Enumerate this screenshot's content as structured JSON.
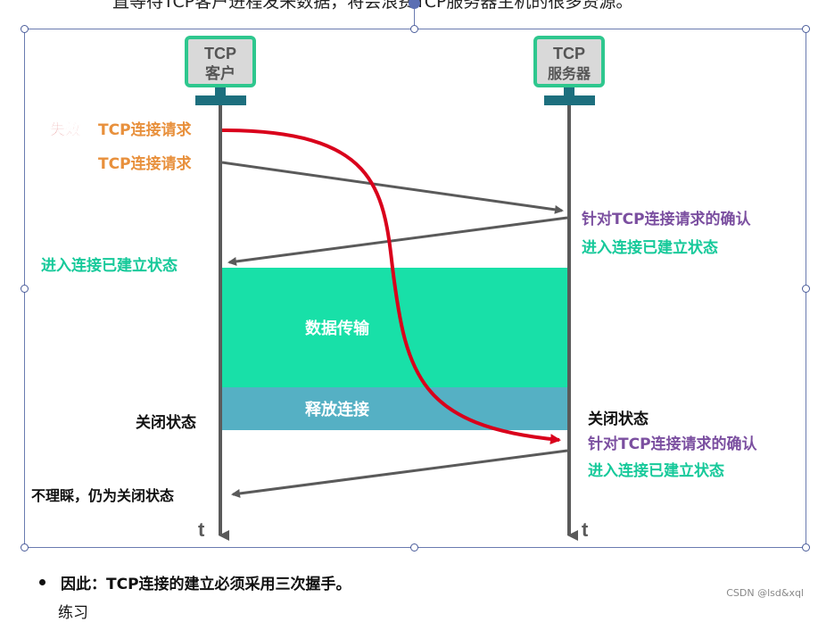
{
  "top_text": "直等待TCP客户进程发来数据，将会浪费TCP服务器主机的很多资源。",
  "diagram": {
    "client_label_1": "TCP",
    "client_label_2": "客户",
    "server_label_1": "TCP",
    "server_label_2": "服务器",
    "invalid_tag": "失效",
    "invalid_request": "TCP连接请求",
    "request": "TCP连接请求",
    "ack_request": "针对TCP连接请求的确认",
    "server_established": "进入连接已建立状态",
    "client_established": "进入连接已建立状态",
    "data_transfer": "数据传输",
    "release": "释放连接",
    "client_closed": "关闭状态",
    "server_closed": "关闭状态",
    "ack_request_2": "针对TCP连接请求的确认",
    "server_established_2": "进入连接已建立状态",
    "ignore": "不理睬，仍为关闭状态",
    "time_left": "t",
    "time_right": "t",
    "colors": {
      "orange": "#e8903c",
      "red_tag": "#d23a3a",
      "purple": "#7b4fa0",
      "green": "#16c99a",
      "teal_band": "#18e0a8",
      "release_band": "#55b0c4",
      "red_curve": "#d9001b",
      "gray_line": "#5a5a5a",
      "pc_border": "#2ec78e",
      "pc_stand": "#1d6f7e"
    }
  },
  "bullet": "因此：TCP连接的建立必须采用三次握手。",
  "cut_text": "练习",
  "watermark": "CSDN @lsd&xql"
}
